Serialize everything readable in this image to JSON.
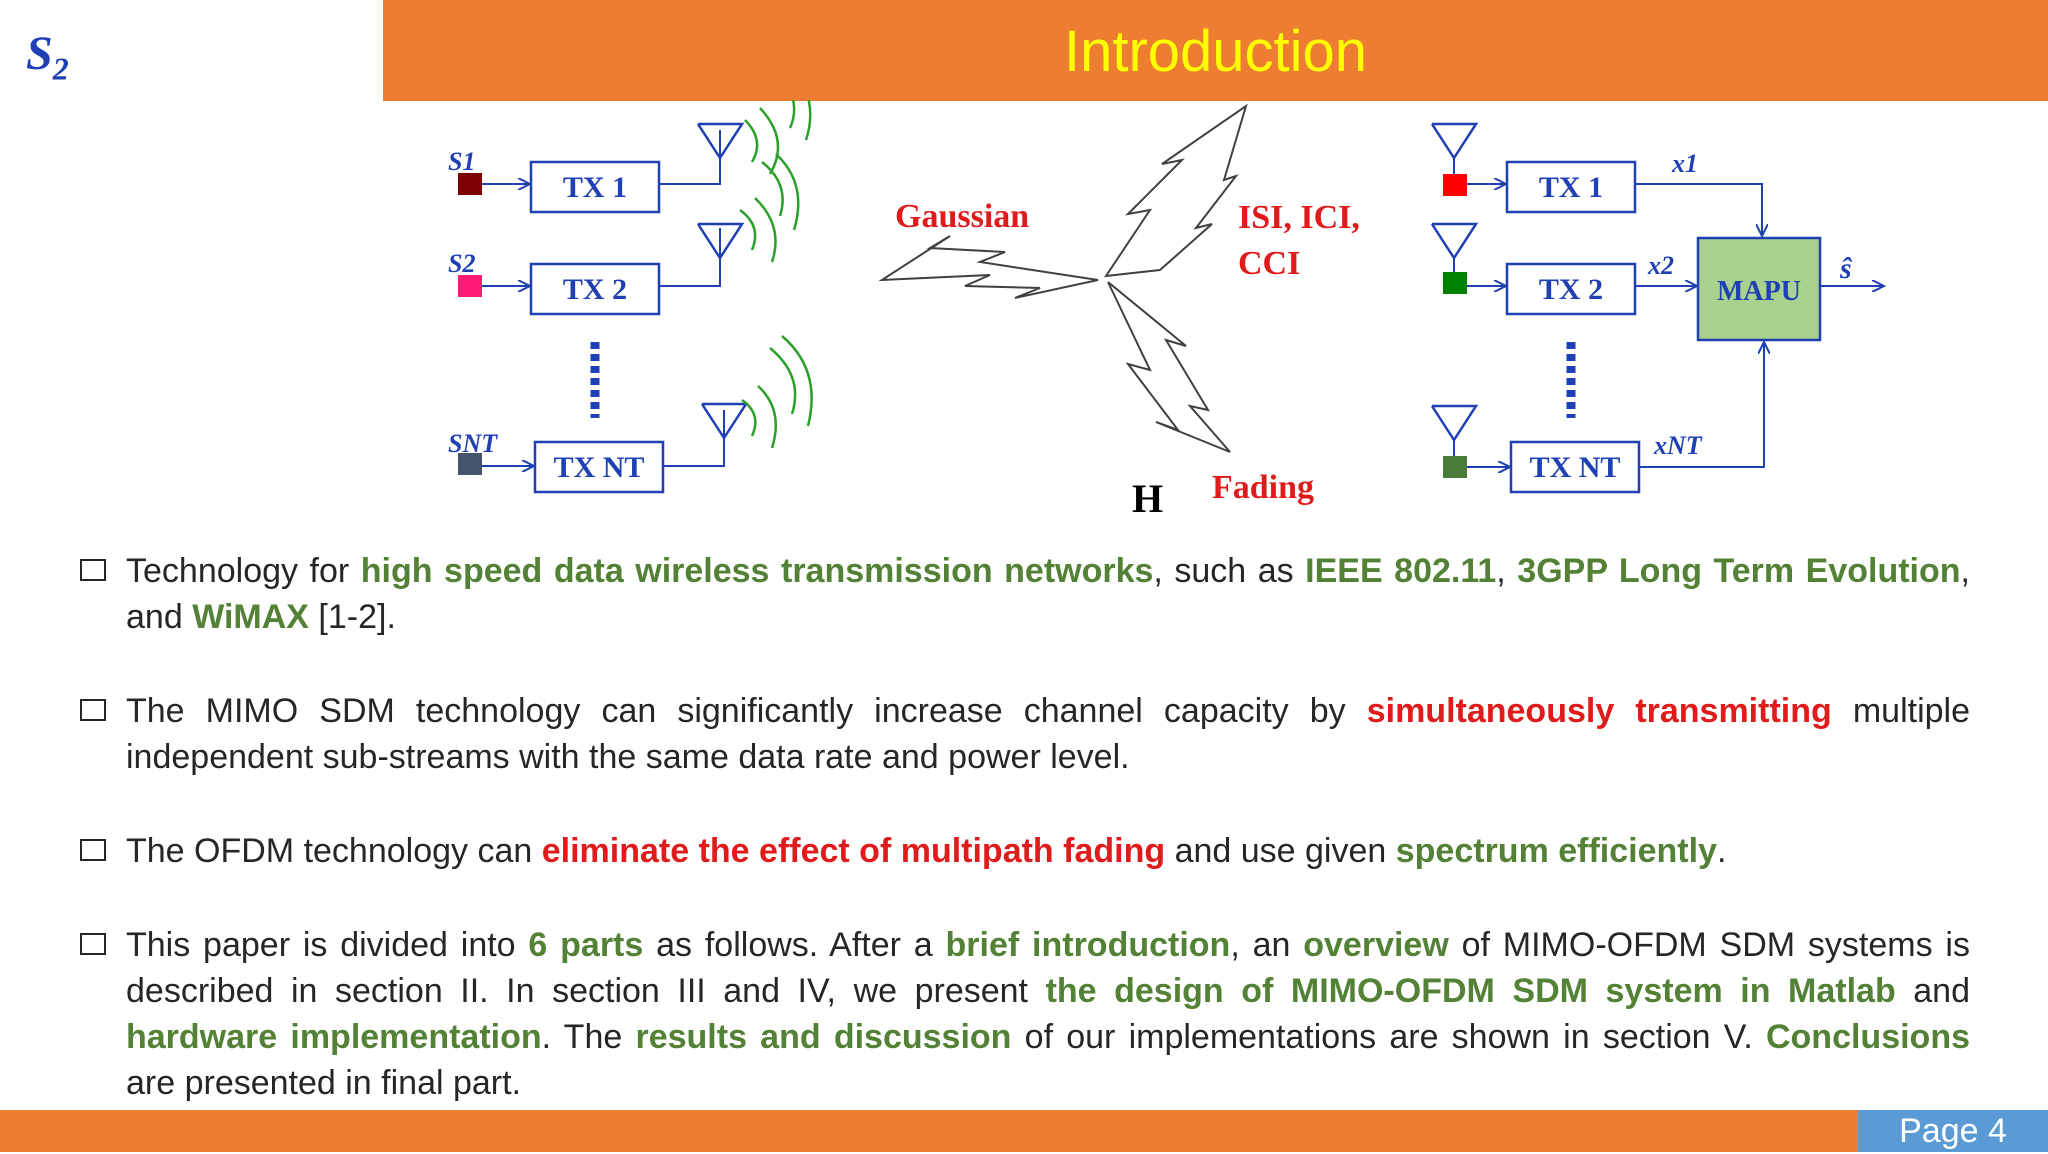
{
  "logo": {
    "main": "S",
    "sub": "2"
  },
  "title": "Introduction",
  "diagram": {
    "tx_inputs": [
      "S1",
      "S2",
      "SNT"
    ],
    "tx_labels": [
      "TX 1",
      "TX 2",
      "TX NT"
    ],
    "noise_labels": {
      "gaussian": "Gaussian",
      "isi_line1": "ISI, ICI,",
      "isi_line2": "CCI",
      "fading": "Fading",
      "channel": "H"
    },
    "rx_labels": [
      "TX 1",
      "TX 2",
      "TX NT"
    ],
    "rx_outputs": [
      "x1",
      "x2",
      "xNT"
    ],
    "mapu": "MAPU",
    "output": "ŝ",
    "colors": {
      "s1": "#7f0000",
      "s2": "#ff1a75",
      "snt": "#44546a",
      "rx1": "#ff0000",
      "rx2": "#008000",
      "rxnt": "#4b7b3a",
      "mapu_fill": "#a9d18e"
    }
  },
  "bullets": [
    [
      {
        "t": "Technology for "
      },
      {
        "t": "high speed data wireless transmission networks",
        "c": "g"
      },
      {
        "t": ", such as "
      },
      {
        "t": "IEEE 802.11",
        "c": "g"
      },
      {
        "t": ", "
      },
      {
        "t": "3GPP Long Term Evolution",
        "c": "g"
      },
      {
        "t": ", and "
      },
      {
        "t": "WiMAX",
        "c": "g"
      },
      {
        "t": " [1-2]."
      }
    ],
    [
      {
        "t": "The MIMO SDM technology can significantly increase channel capacity by "
      },
      {
        "t": "simultaneously transmitting",
        "c": "r"
      },
      {
        "t": " multiple independent sub-streams with the same data rate and power level."
      }
    ],
    [
      {
        "t": "The OFDM technology can "
      },
      {
        "t": "eliminate the effect of multipath fading",
        "c": "r"
      },
      {
        "t": " and use given "
      },
      {
        "t": "spectrum efficiently",
        "c": "g"
      },
      {
        "t": "."
      }
    ],
    [
      {
        "t": "This paper is divided into "
      },
      {
        "t": "6 parts",
        "c": "g"
      },
      {
        "t": " as follows. After a "
      },
      {
        "t": "brief introduction",
        "c": "g"
      },
      {
        "t": ", an "
      },
      {
        "t": "overview",
        "c": "g"
      },
      {
        "t": " of MIMO-OFDM SDM systems is described in section II. In section III and IV, we present "
      },
      {
        "t": "the design of MIMO-OFDM SDM system in Matlab",
        "c": "g"
      },
      {
        "t": " and "
      },
      {
        "t": "hardware implementation",
        "c": "g"
      },
      {
        "t": ". The "
      },
      {
        "t": "results and discussion",
        "c": "g"
      },
      {
        "t": " of our implementations are shown in section V. "
      },
      {
        "t": "Conclusions",
        "c": "g"
      },
      {
        "t": " are presented in final part."
      }
    ]
  ],
  "footer": {
    "page": "Page 4"
  }
}
